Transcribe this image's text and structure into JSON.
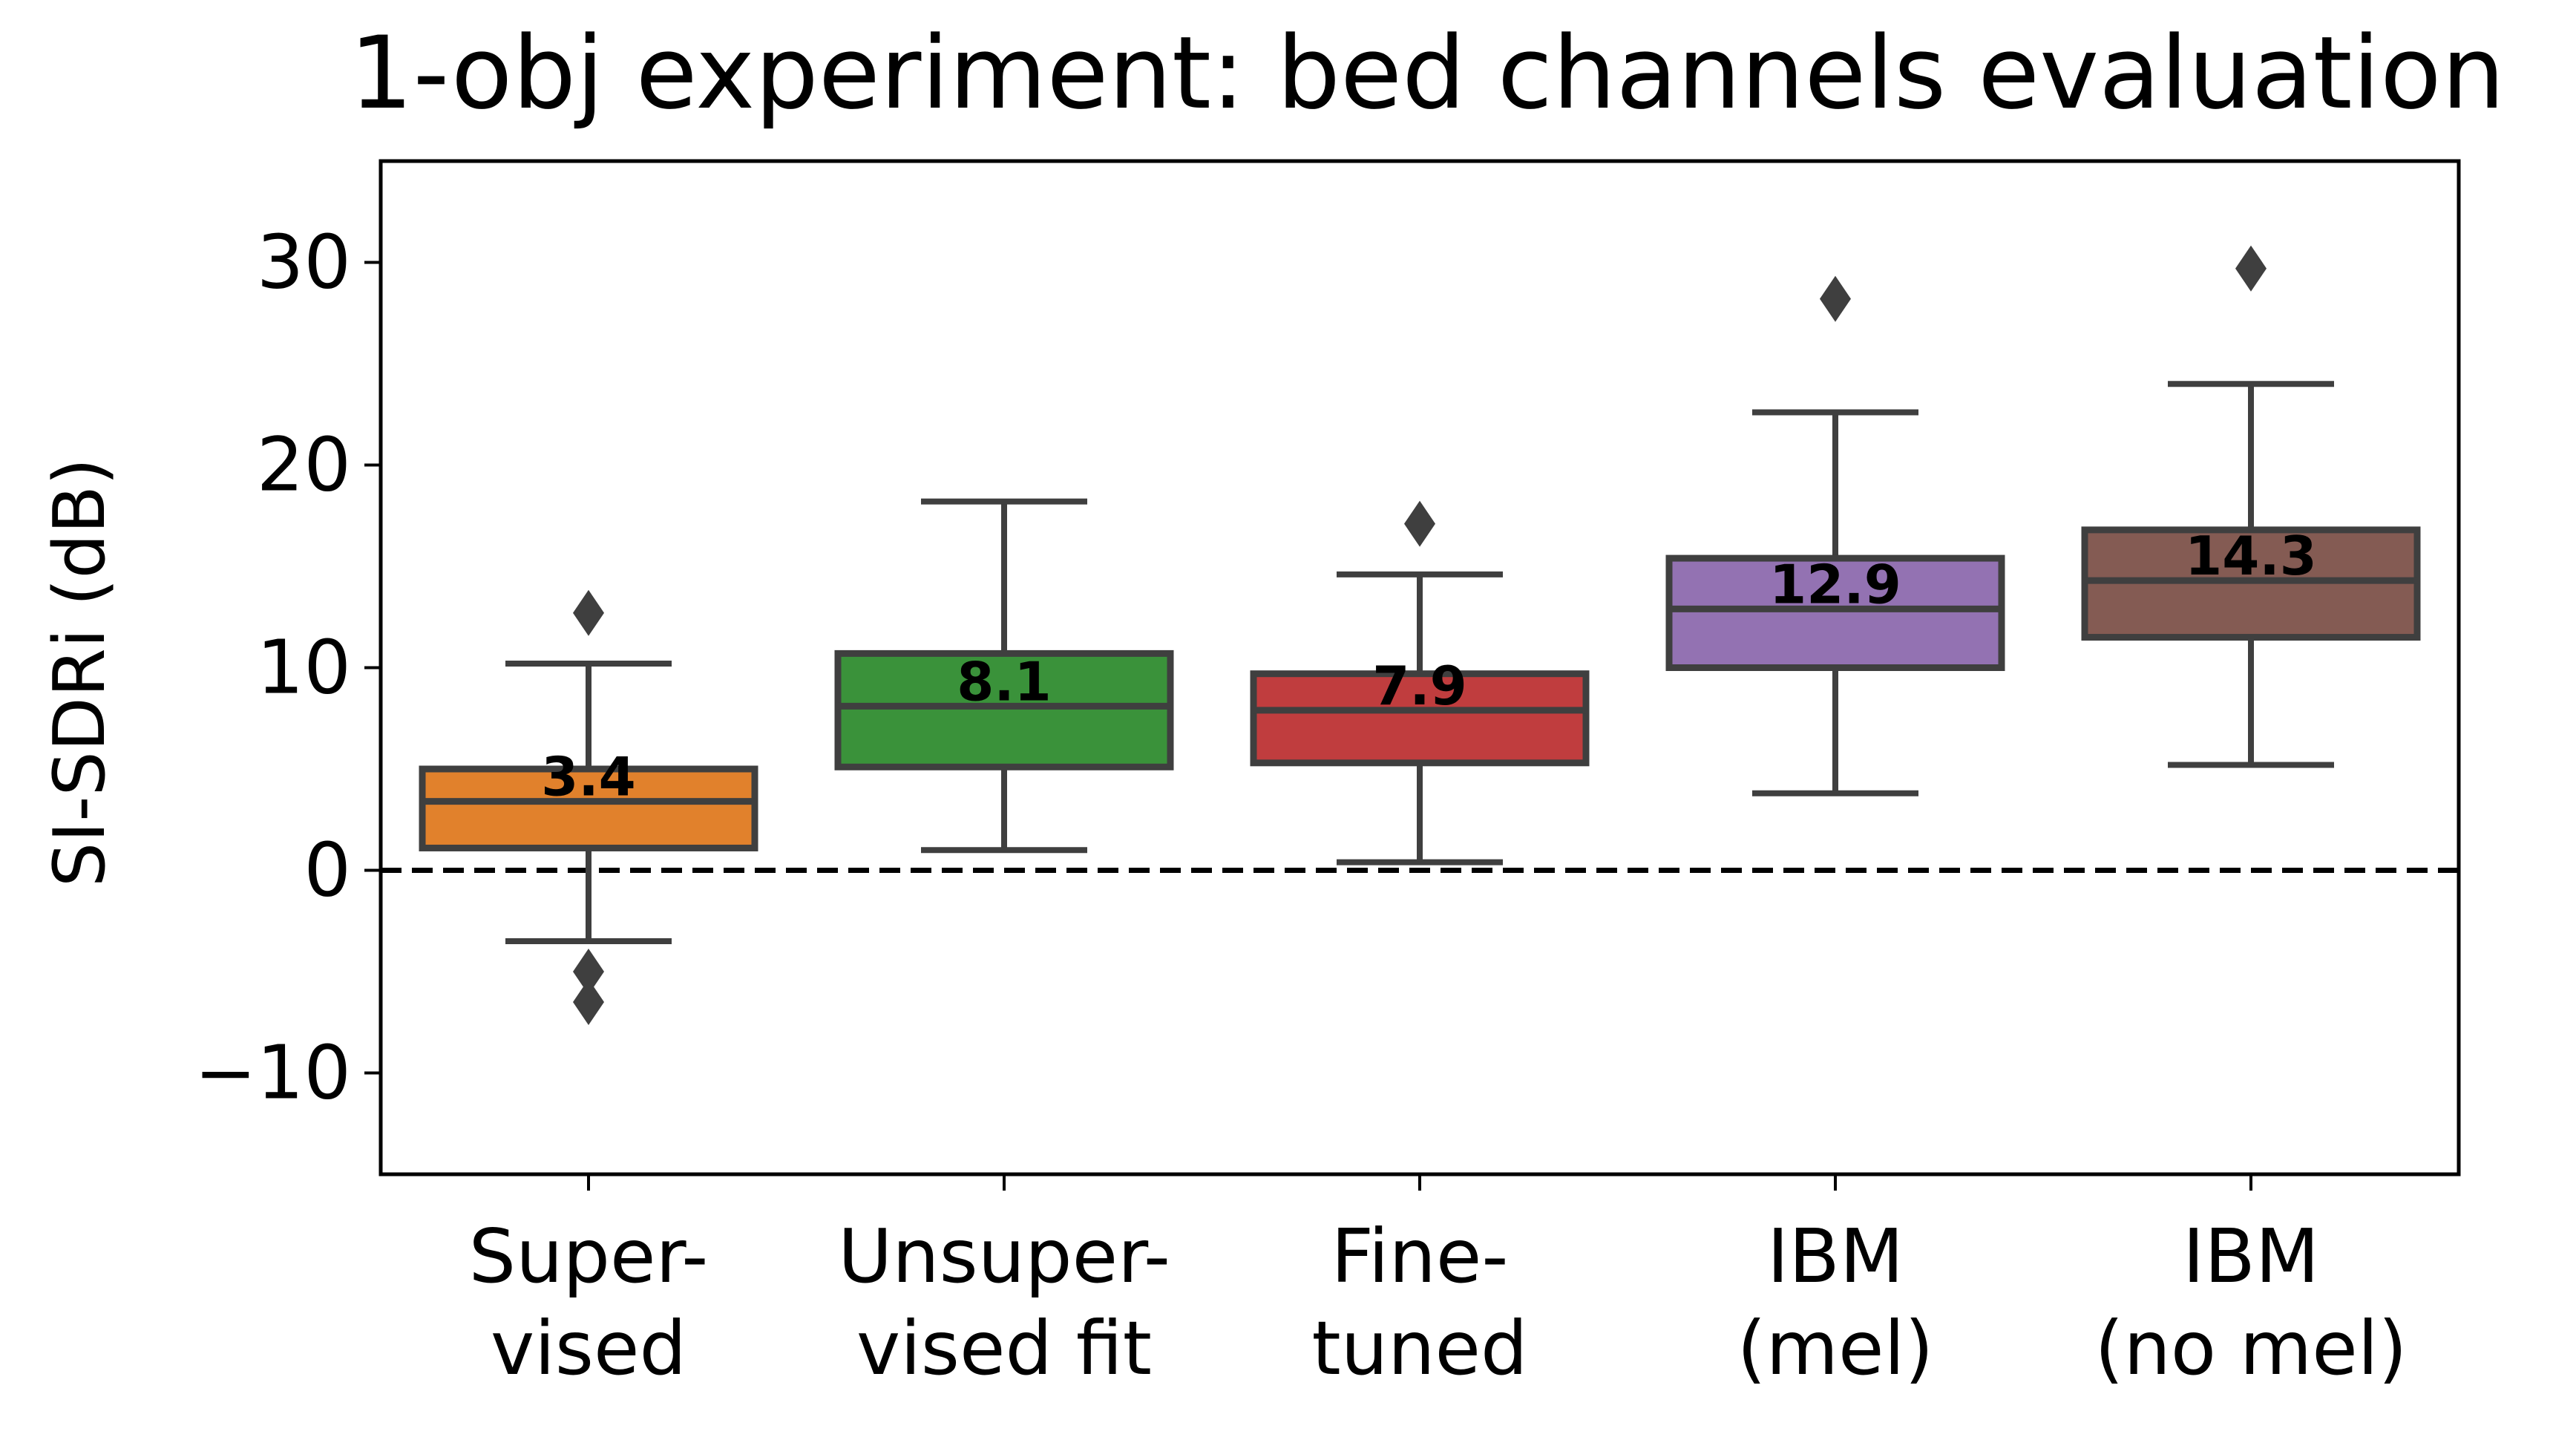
{
  "chart_data": {
    "type": "box",
    "title": "1-obj experiment: bed channels evaluation",
    "xlabel": "",
    "ylabel": "SI-SDRi (dB)",
    "ylim": [
      -15,
      35
    ],
    "yticks": [
      -10,
      0,
      10,
      20,
      30
    ],
    "ytick_labels": [
      "−10",
      "0",
      "10",
      "20",
      "30"
    ],
    "grid": false,
    "legend": "none",
    "reference_line": {
      "y": 0,
      "style": "dashed",
      "color": "#000000"
    },
    "categories": [
      {
        "label_lines": [
          "Super-",
          "vised"
        ],
        "color": "#e1812c",
        "whisker_low": -3.5,
        "q1": 1.1,
        "median": 3.4,
        "q3": 5.0,
        "whisker_high": 10.2,
        "outliers": [
          12.7,
          -5.0,
          -6.5
        ],
        "median_label": "3.4"
      },
      {
        "label_lines": [
          "Unsuper-",
          "vised fit"
        ],
        "color": "#3a923a",
        "whisker_low": 1.0,
        "q1": 5.1,
        "median": 8.1,
        "q3": 10.7,
        "whisker_high": 18.2,
        "outliers": [],
        "median_label": "8.1"
      },
      {
        "label_lines": [
          "Fine-",
          "tuned"
        ],
        "color": "#c03d3e",
        "whisker_low": 0.4,
        "q1": 5.3,
        "median": 7.9,
        "q3": 9.7,
        "whisker_high": 14.6,
        "outliers": [
          17.1
        ],
        "median_label": "7.9"
      },
      {
        "label_lines": [
          "IBM",
          "(mel)"
        ],
        "color": "#9372b2",
        "whisker_low": 3.8,
        "q1": 10.0,
        "median": 12.9,
        "q3": 15.4,
        "whisker_high": 22.6,
        "outliers": [
          28.2
        ],
        "median_label": "12.9"
      },
      {
        "label_lines": [
          "IBM",
          "(no mel)"
        ],
        "color": "#845b53",
        "whisker_low": 5.2,
        "q1": 11.5,
        "median": 14.3,
        "q3": 16.8,
        "whisker_high": 24.0,
        "outliers": [
          29.7
        ],
        "median_label": "14.3"
      }
    ],
    "line_color": "#3f3f3f"
  }
}
